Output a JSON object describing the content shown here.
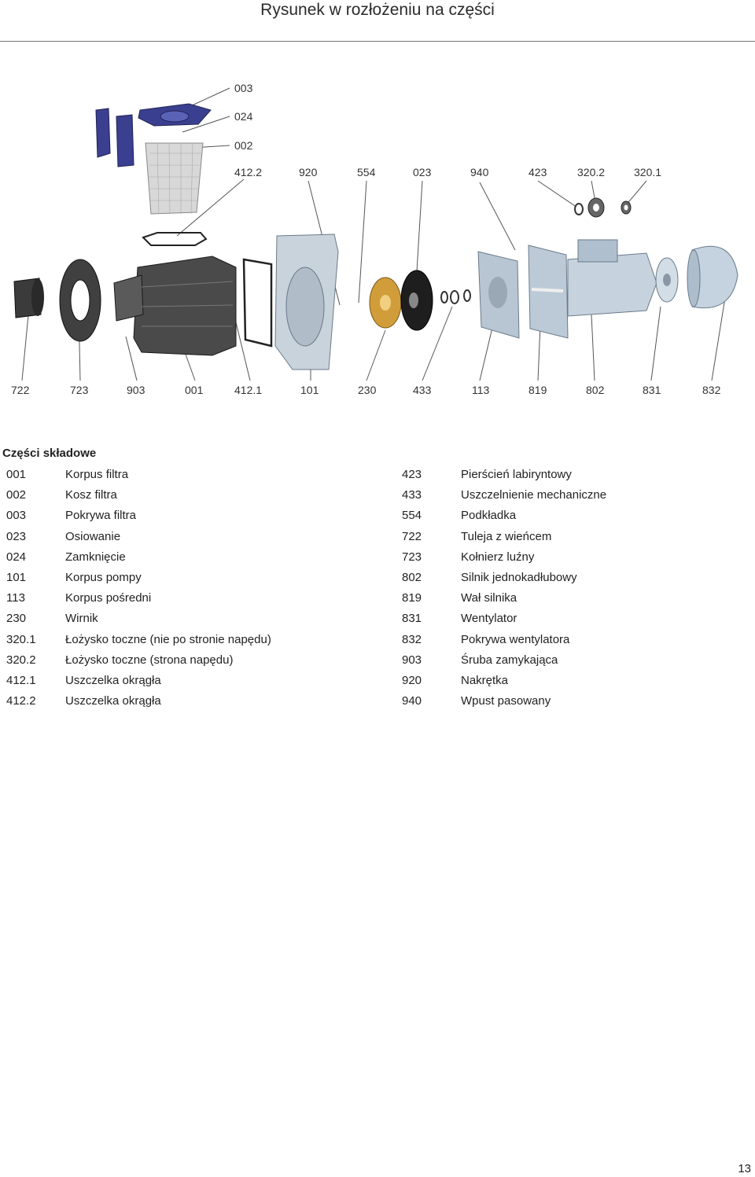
{
  "header": {
    "title": "Rysunek w rozłożeniu na części"
  },
  "diagram": {
    "callouts_top": [
      "003",
      "024",
      "002",
      "412.2",
      "920",
      "554",
      "023",
      "940",
      "423",
      "320.2",
      "320.1"
    ],
    "callouts_bottom": [
      "722",
      "723",
      "903",
      "001",
      "412.1",
      "101",
      "230",
      "433",
      "113",
      "819",
      "802",
      "831",
      "832"
    ]
  },
  "parts_section": {
    "title": "Części składowe",
    "left_column": [
      {
        "code": "001",
        "desc": "Korpus filtra"
      },
      {
        "code": "002",
        "desc": "Kosz filtra"
      },
      {
        "code": "003",
        "desc": "Pokrywa filtra"
      },
      {
        "code": "023",
        "desc": "Osiowanie"
      },
      {
        "code": "024",
        "desc": "Zamknięcie"
      },
      {
        "code": "101",
        "desc": "Korpus pompy"
      },
      {
        "code": "113",
        "desc": "Korpus pośredni"
      },
      {
        "code": "230",
        "desc": "Wirnik"
      },
      {
        "code": "320.1",
        "desc": "Łożysko toczne (nie po stronie napędu)"
      },
      {
        "code": "320.2",
        "desc": "Łożysko toczne (strona napędu)"
      },
      {
        "code": "412.1",
        "desc": "Uszczelka okrągła"
      },
      {
        "code": "412.2",
        "desc": "Uszczelka okrągła"
      }
    ],
    "right_column": [
      {
        "code": "423",
        "desc": "Pierścień labiryntowy"
      },
      {
        "code": "433",
        "desc": "Uszczelnienie mechaniczne"
      },
      {
        "code": "554",
        "desc": "Podkładka"
      },
      {
        "code": "722",
        "desc": "Tuleja z wieńcem"
      },
      {
        "code": "723",
        "desc": "Kołnierz luźny"
      },
      {
        "code": "802",
        "desc": "Silnik jednokadłubowy"
      },
      {
        "code": "819",
        "desc": "Wał silnika"
      },
      {
        "code": "831",
        "desc": "Wentylator"
      },
      {
        "code": "832",
        "desc": "Pokrywa wentylatora"
      },
      {
        "code": "903",
        "desc": "Śruba zamykająca"
      },
      {
        "code": "920",
        "desc": "Nakrętka"
      },
      {
        "code": "940",
        "desc": "Wpust pasowany"
      }
    ]
  },
  "footer": {
    "page_number": "13"
  }
}
